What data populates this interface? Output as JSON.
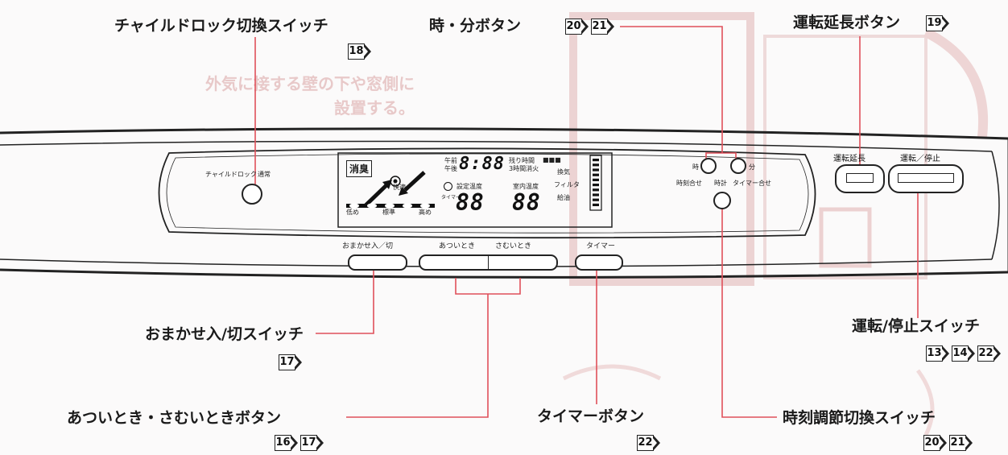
{
  "callouts": {
    "child_lock": {
      "label": "チャイルドロック切換スイッチ",
      "refs": [
        "18"
      ]
    },
    "hour_minute": {
      "label": "時・分ボタン",
      "refs": [
        "20",
        "21"
      ]
    },
    "extend": {
      "label": "運転延長ボタン",
      "refs": [
        "19"
      ]
    },
    "omakase": {
      "label": "おまかせ入/切スイッチ",
      "refs": [
        "17"
      ]
    },
    "hot_cold": {
      "label": "あついとき・さむいときボタン",
      "refs": [
        "16",
        "17"
      ]
    },
    "timer": {
      "label": "タイマーボタン",
      "refs": [
        "22"
      ]
    },
    "clock_adjust": {
      "label": "時刻調節切換スイッチ",
      "refs": [
        "20",
        "21"
      ]
    },
    "run_stop": {
      "label": "運転/停止スイッチ",
      "refs": [
        "13",
        "14",
        "22"
      ]
    }
  },
  "panel": {
    "child_lock_label": "チャイルドロック",
    "normal_label": "通常",
    "bottom_buttons": {
      "omakase": "おまかせ入／切",
      "hot": "あついとき",
      "cold": "さむいとき",
      "timer": "タイマー"
    },
    "right_buttons": {
      "extend": "運転延長",
      "run_stop": "運転／停止"
    },
    "clock_controls": {
      "hour": "時",
      "minute": "分",
      "time_set": "時刻合せ",
      "clock": "時計",
      "timer_set": "タイマー合せ"
    }
  },
  "display": {
    "mode": "消臭",
    "am": "午前",
    "pm": "午後",
    "clock_digits": "8:88",
    "remaining": "残り時間",
    "run_stop_marks": "■■■",
    "three_hour_off": "3時間消火",
    "ventilation": "換気",
    "filter": "フィルタ",
    "refuel": "給油",
    "comfort": "快適",
    "low": "低め",
    "standard": "標準",
    "high": "高め",
    "timer_small": "タイマー",
    "set_temp_label": "設定温度",
    "set_temp_digits": "88",
    "room_temp_label": "室内温度",
    "room_temp_digits": "88",
    "level_bars": 10
  },
  "background_text": {
    "line1": "外気に接する壁の下や窓側に",
    "line2": "設置する。"
  },
  "colors": {
    "ink": "#1a1a1a",
    "leader": "#e0505a",
    "ghost": "#e8c9c9",
    "paper": "#fbfafa"
  }
}
